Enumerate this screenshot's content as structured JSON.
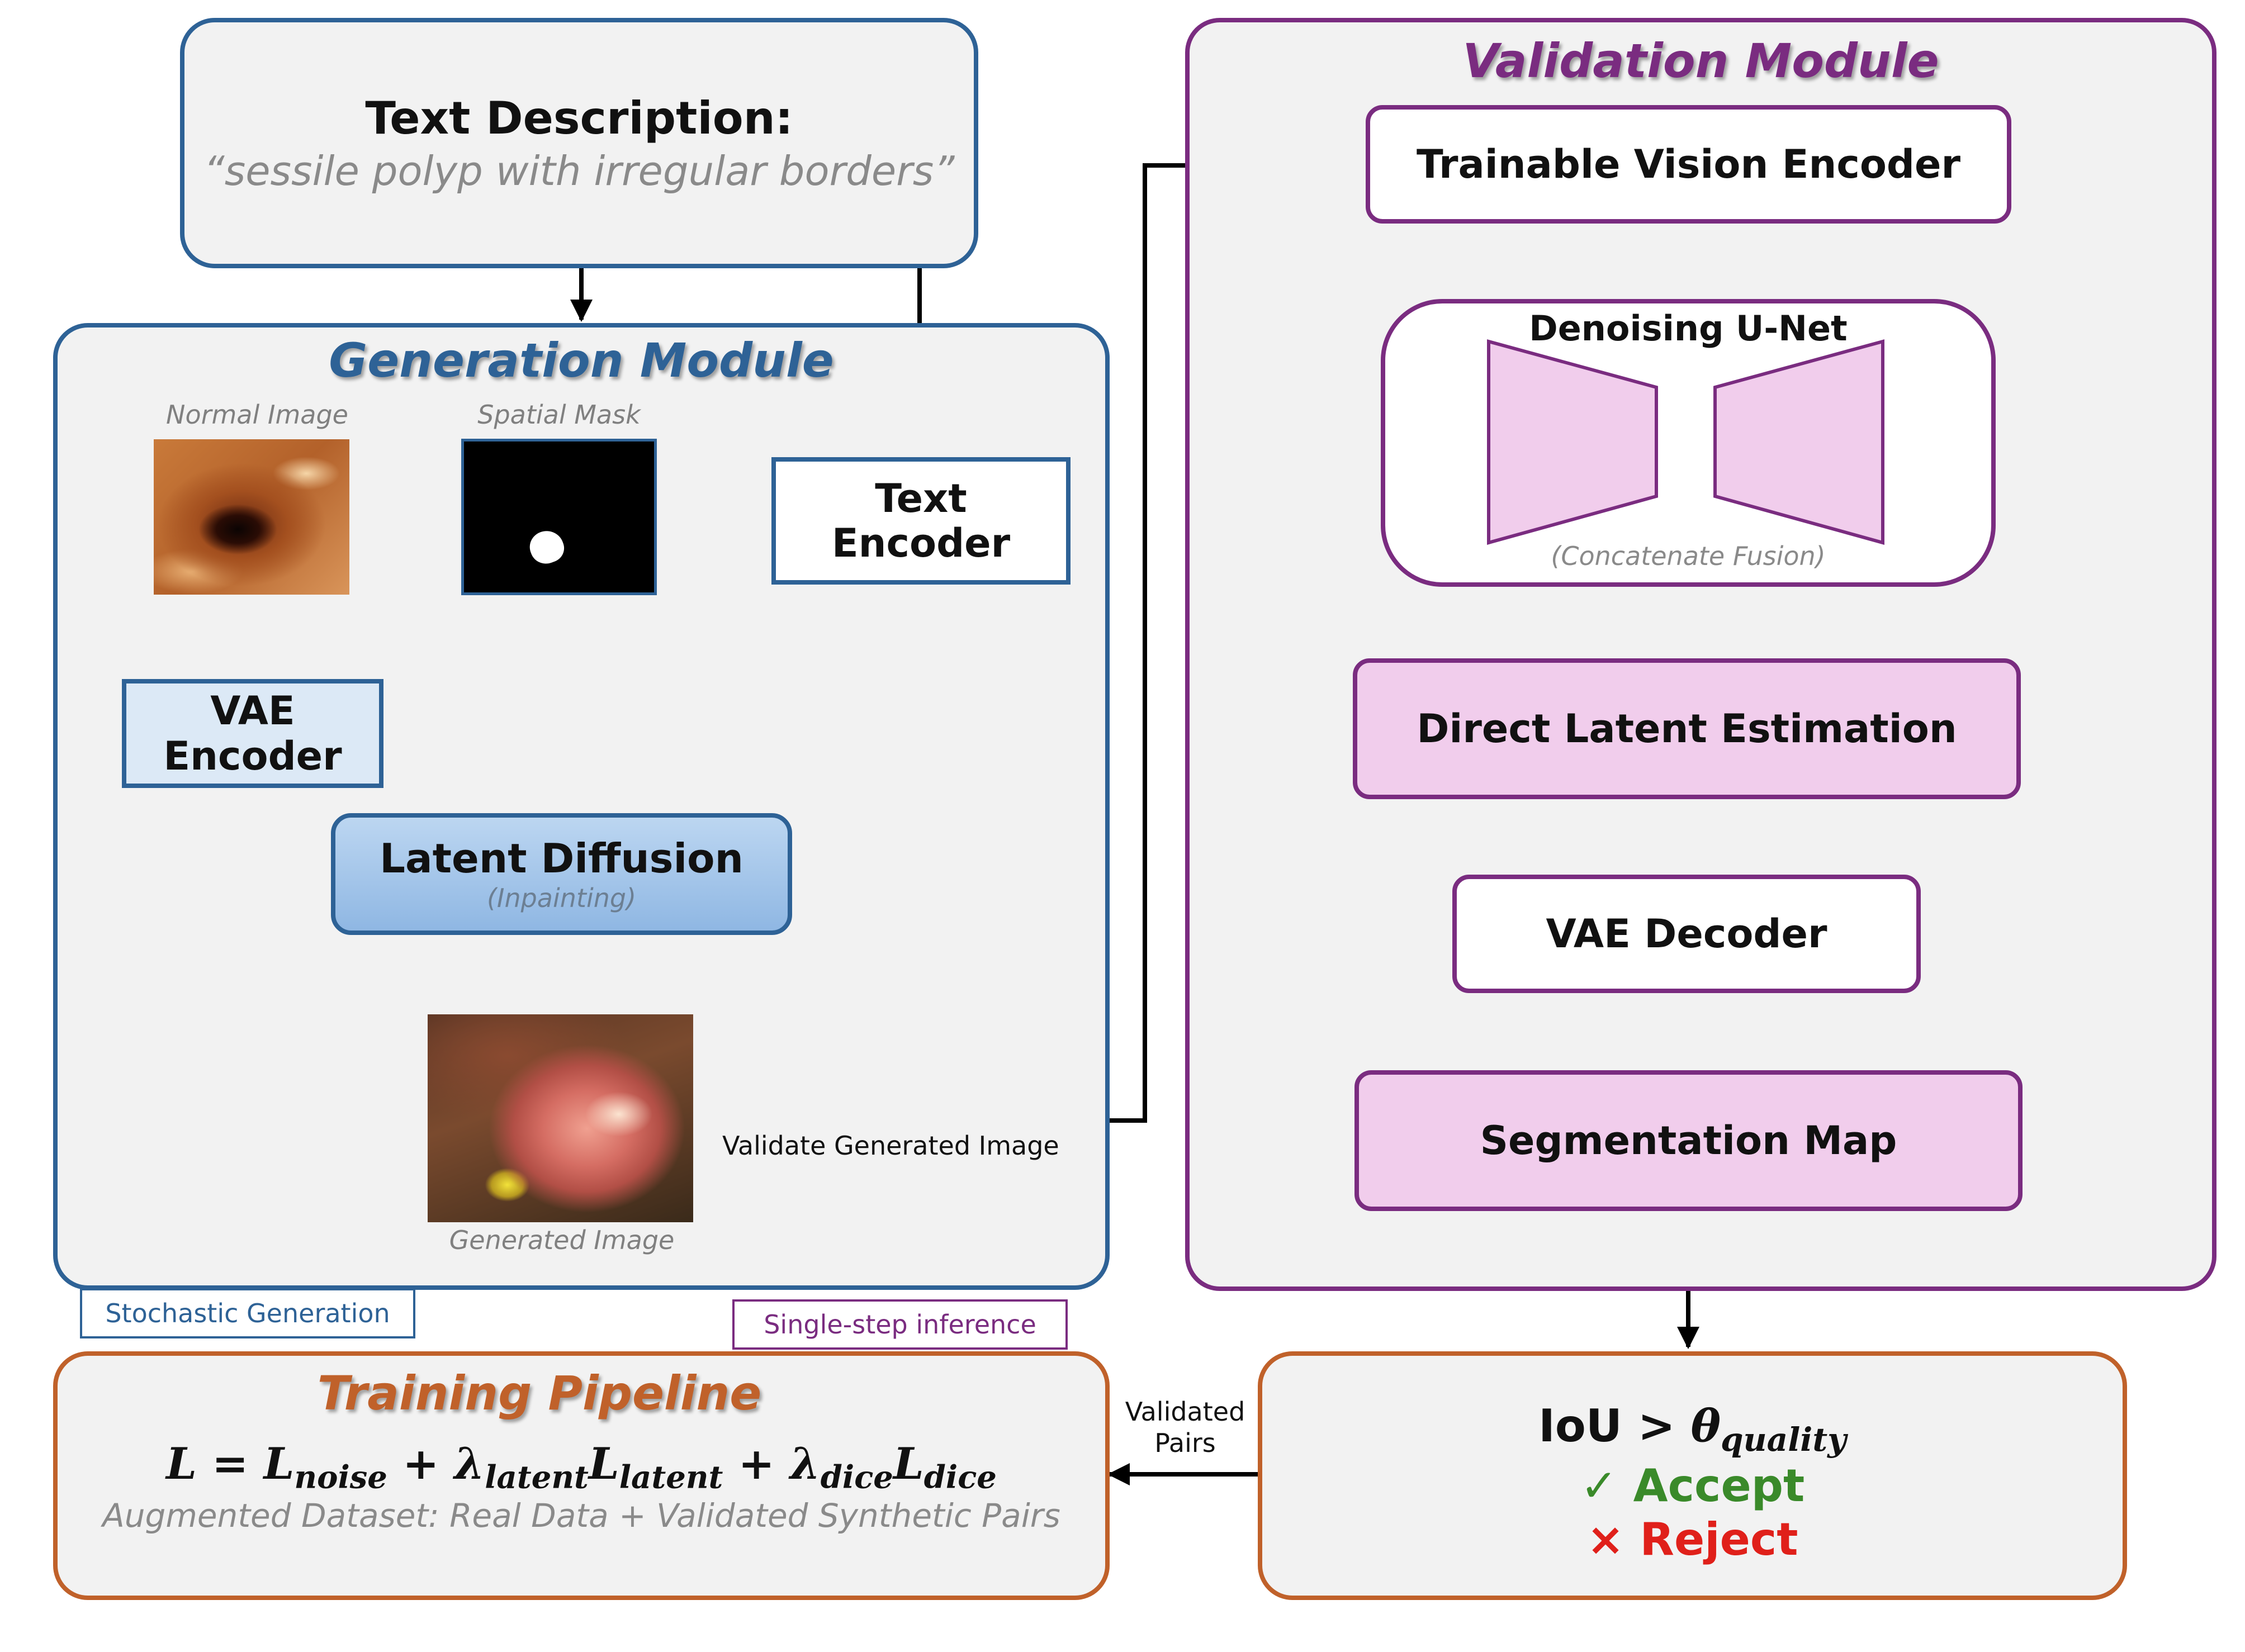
{
  "text_description": {
    "title": "Text Description:",
    "quote": "“sessile polyp with irregular borders”"
  },
  "generation_module": {
    "title": "Generation Module",
    "normal_image_caption": "Normal Image",
    "spatial_mask_caption": "Spatial Mask",
    "vae_encoder": "VAE\nEncoder",
    "text_encoder": "Text\nEncoder",
    "latent_diffusion": "Latent Diffusion",
    "latent_diffusion_sub": "(Inpainting)",
    "generated_image_caption": "Generated Image",
    "footer_tag": "Stochastic Generation"
  },
  "validate_link_label": "Validate Generated Image",
  "validation_module": {
    "title": "Validation Module",
    "trainable_vision_encoder": "Trainable Vision Encoder",
    "denoising_unet": "Denoising U-Net",
    "concatenate_fusion": "(Concatenate Fusion)",
    "direct_latent_estimation": "Direct Latent Estimation",
    "vae_decoder": "VAE Decoder",
    "segmentation_map": "Segmentation Map",
    "footer_tag": "Single-step inference"
  },
  "training_pipeline": {
    "title": "Training Pipeline",
    "dataset_line": "Augmented Dataset: Real Data + Validated Synthetic Pairs"
  },
  "validated_pairs_label": "Validated\nPairs",
  "quality_gate": {
    "condition_prefix": "IoU >",
    "accept": "✓ Accept",
    "reject": "× Reject"
  },
  "colors": {
    "generation": "#2e6296",
    "validation": "#7a2c80",
    "training": "#c0612a",
    "accept": "#3a8a2a",
    "reject": "#e0201a",
    "unet_fill": "#f1cdec"
  }
}
